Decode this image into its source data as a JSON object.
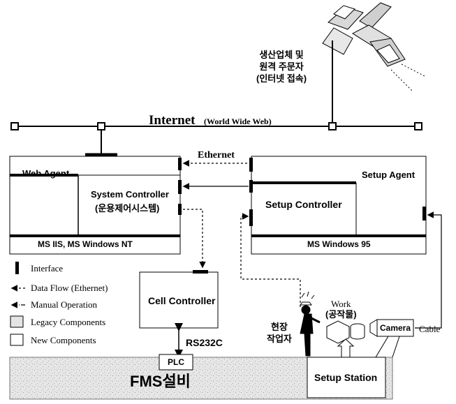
{
  "remote": {
    "lines": [
      "생산업체 및",
      "원격 주문자",
      "(인터넷 접속)"
    ]
  },
  "internet": {
    "label": "Internet",
    "sublabel": "(World Wide Web)"
  },
  "ethernet_label": "Ethernet",
  "server_left": {
    "agent": "Web Agent",
    "controller_line1": "System Controller",
    "controller_line2": "(운용제어시스템)",
    "platform": "MS IIS, MS Windows NT"
  },
  "server_right": {
    "agent": "Setup Agent",
    "controller": "Setup Controller",
    "platform": "MS Windows 95"
  },
  "cell_controller": "Cell Controller",
  "rs232c": "RS232C",
  "plc": "PLC",
  "fms": "FMS설비",
  "setup_station": "Setup Station",
  "worker": {
    "line1": "현장",
    "line2": "작업자"
  },
  "work": {
    "line1": "Work",
    "line2": "(공작물)"
  },
  "camera": "Camera",
  "cable": "Cable",
  "legend": {
    "interface": "Interface",
    "data_flow": "Data Flow (Ethernet)",
    "manual": "Manual Operation",
    "legacy": "Legacy Components",
    "new": "New Components"
  },
  "colors": {
    "legacy_fill": "#e4e4e4",
    "line": "#000000"
  }
}
